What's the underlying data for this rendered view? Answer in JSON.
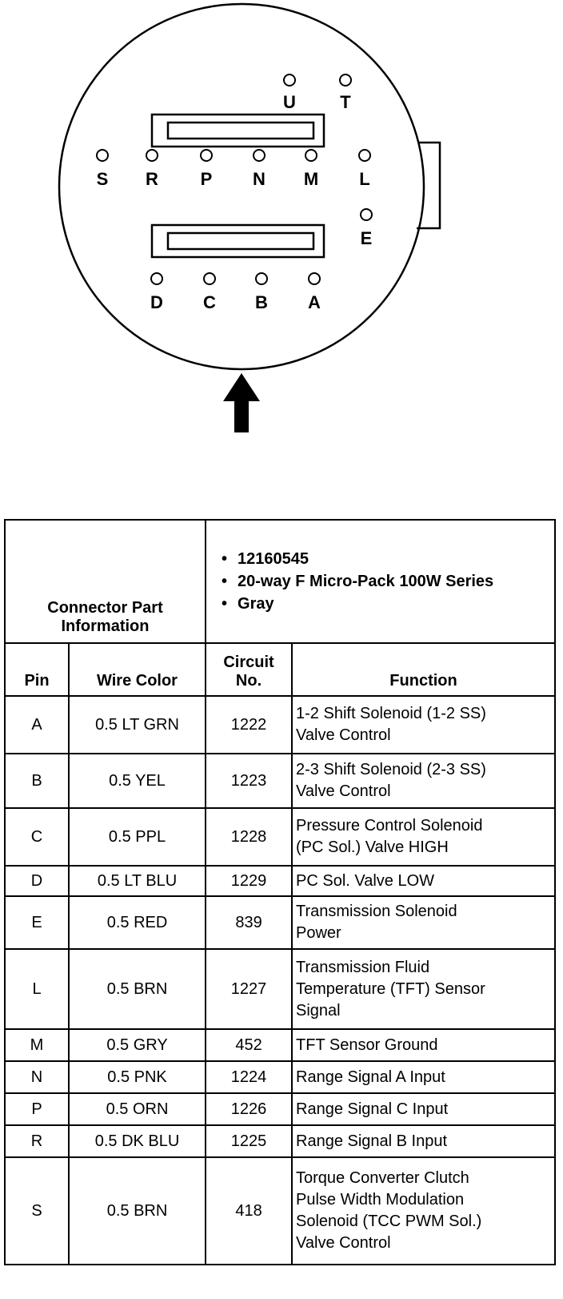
{
  "diagram": {
    "pins_top": [
      "U",
      "T"
    ],
    "pins_middle": [
      "S",
      "R",
      "P",
      "N",
      "M",
      "L"
    ],
    "pin_right": "E",
    "pins_bottom": [
      "D",
      "C",
      "B",
      "A"
    ]
  },
  "connector_info": {
    "label": "Connector Part Information",
    "items": [
      "12160545",
      "20-way F Micro-Pack 100W Series",
      "Gray"
    ]
  },
  "columns": [
    "Pin",
    "Wire Color",
    "Circuit No.",
    "Function"
  ],
  "rows": [
    {
      "pin": "A",
      "wire": "0.5 LT GRN",
      "circuit": "1222",
      "function": [
        "1-2 Shift Solenoid (1-2 SS)",
        "Valve Control"
      ]
    },
    {
      "pin": "B",
      "wire": "0.5 YEL",
      "circuit": "1223",
      "function": [
        "2-3 Shift Solenoid (2-3 SS)",
        "Valve Control"
      ]
    },
    {
      "pin": "C",
      "wire": "0.5 PPL",
      "circuit": "1228",
      "function": [
        "Pressure Control Solenoid",
        "(PC Sol.) Valve HIGH"
      ]
    },
    {
      "pin": "D",
      "wire": "0.5 LT BLU",
      "circuit": "1229",
      "function": [
        "PC Sol. Valve LOW"
      ]
    },
    {
      "pin": "E",
      "wire": "0.5 RED",
      "circuit": "839",
      "function": [
        "Transmission Solenoid",
        "Power"
      ]
    },
    {
      "pin": "L",
      "wire": "0.5 BRN",
      "circuit": "1227",
      "function": [
        "Transmission Fluid",
        "Temperature (TFT) Sensor",
        "Signal"
      ]
    },
    {
      "pin": "M",
      "wire": "0.5 GRY",
      "circuit": "452",
      "function": [
        "TFT Sensor Ground"
      ]
    },
    {
      "pin": "N",
      "wire": "0.5 PNK",
      "circuit": "1224",
      "function": [
        "Range Signal A Input"
      ]
    },
    {
      "pin": "P",
      "wire": "0.5 ORN",
      "circuit": "1226",
      "function": [
        "Range Signal C Input"
      ]
    },
    {
      "pin": "R",
      "wire": "0.5 DK BLU",
      "circuit": "1225",
      "function": [
        "Range Signal B Input"
      ]
    },
    {
      "pin": "S",
      "wire": "0.5 BRN",
      "circuit": "418",
      "function": [
        "Torque Converter Clutch",
        "Pulse Width Modulation",
        "Solenoid (TCC PWM Sol.)",
        "Valve Control"
      ]
    }
  ]
}
